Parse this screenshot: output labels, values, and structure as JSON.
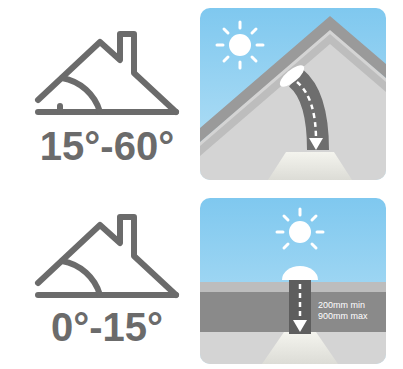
{
  "diagram": {
    "labels": [
      "15°-60°",
      "0°-15°",
      "200mm min",
      "900mm max"
    ]
  }
}
